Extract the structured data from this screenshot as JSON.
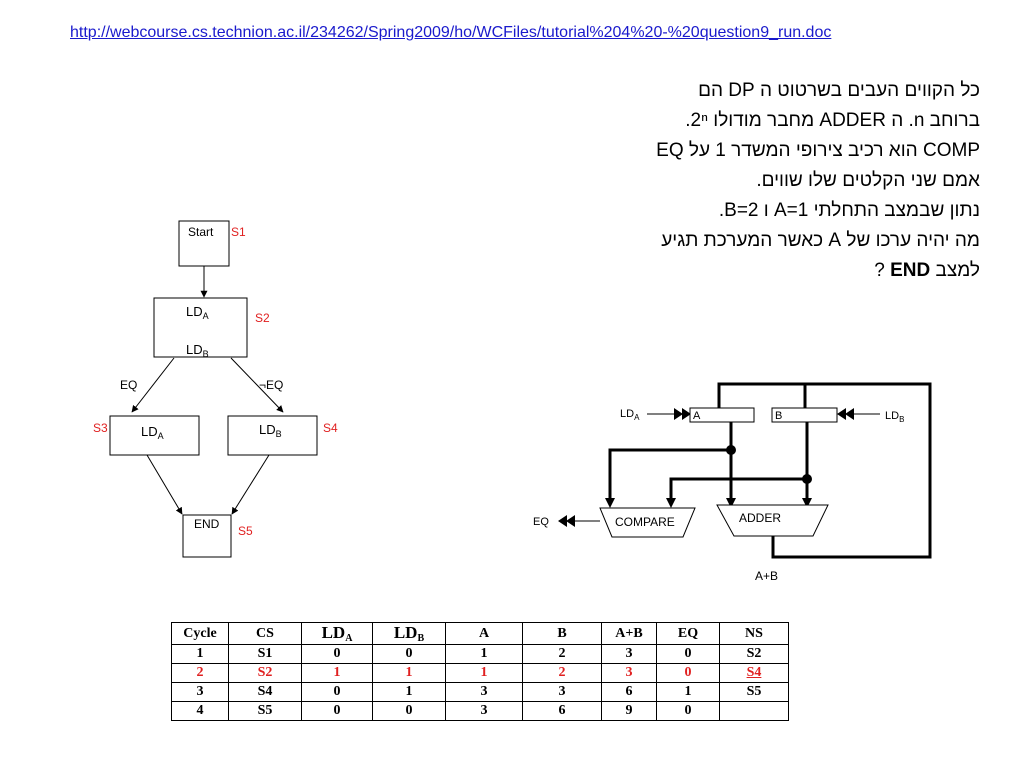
{
  "link": {
    "url": "http://webcourse.cs.technion.ac.il/234262/Spring2009/ho/WCFiles/tutorial%204%20-%20question9_run.doc"
  },
  "question": {
    "lines": [
      "כל הקווים העבים בשרטוט ה  DP הם",
      "ברוחב n. ה ADDER מחבר מודולו 2ⁿ.",
      "COMP הוא רכיב צירופי המשדר 1 על EQ",
      "אמם שני הקלטים שלו שווים.",
      "נתון שבמצב  התחלתי A=1 ו B=2.",
      "מה יהיה ערכו של A כאשר המערכת תגיע"
    ],
    "last_prefix": "למצב ",
    "last_bold": "END",
    "last_suffix": " ?"
  },
  "fsm": {
    "start": "Start",
    "s1": "S1",
    "ld": "LD",
    "sub_a": "A",
    "sub_b": "B",
    "s2": "S2",
    "s3": "S3",
    "s4": "S4",
    "eq": "EQ",
    "not_eq": "¬EQ",
    "end": "END",
    "s5": "S5"
  },
  "datapath": {
    "ld": "LD",
    "sub_a": "A",
    "sub_b": "B",
    "reg_a": "A",
    "reg_b": "B",
    "compare": "COMPARE",
    "adder": "ADDER",
    "eq": "EQ",
    "sum": "A+B"
  },
  "table": {
    "headers": [
      "Cycle",
      "CS",
      "LD",
      "LD",
      "A",
      "B",
      "A+B",
      "EQ",
      "NS"
    ],
    "header_subs": [
      "",
      "",
      "A",
      "B",
      "",
      "",
      "",
      "",
      ""
    ],
    "rows": [
      [
        "1",
        "S1",
        "0",
        "0",
        "1",
        "2",
        "3",
        "0",
        "S2"
      ],
      [
        "2",
        "S2",
        "1",
        "1",
        "1",
        "2",
        "3",
        "0",
        "S4"
      ],
      [
        "3",
        "S4",
        "0",
        "1",
        "3",
        "3",
        "6",
        "1",
        "S5"
      ],
      [
        "4",
        "S5",
        "0",
        "0",
        "3",
        "6",
        "9",
        "0",
        ""
      ]
    ],
    "highlight_row": 1
  },
  "colors": {
    "link": "#1a1acc",
    "state_label": "#e02020",
    "highlight": "#e02020"
  }
}
